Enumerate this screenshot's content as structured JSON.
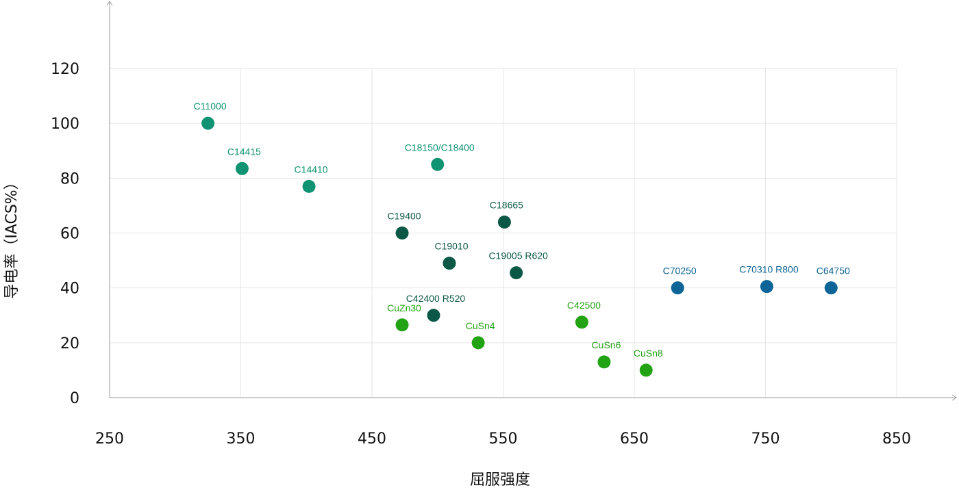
{
  "chart_data": {
    "type": "scatter",
    "xlabel": "屈服强度",
    "ylabel": "导电率（IACS%）",
    "xlim": [
      250,
      850
    ],
    "ylim": [
      0,
      120
    ],
    "x_ticks": [
      250,
      350,
      450,
      550,
      650,
      750,
      850
    ],
    "y_ticks": [
      0,
      20,
      40,
      60,
      80,
      100,
      120
    ],
    "grid": true,
    "colors": {
      "teal": "#0f9373",
      "dark_green": "#0b5847",
      "green": "#22a313",
      "blue": "#0d6496"
    },
    "points": [
      {
        "label": "C11000",
        "x": 325,
        "y": 100,
        "color": "teal"
      },
      {
        "label": "C14415",
        "x": 351,
        "y": 83.5,
        "color": "teal"
      },
      {
        "label": "C14410",
        "x": 402,
        "y": 77,
        "color": "teal"
      },
      {
        "label": "C18150/C18400",
        "x": 500,
        "y": 85,
        "color": "teal"
      },
      {
        "label": "C19400",
        "x": 473,
        "y": 60,
        "color": "dark_green"
      },
      {
        "label": "C18665",
        "x": 551,
        "y": 64,
        "color": "dark_green"
      },
      {
        "label": "C19010",
        "x": 509,
        "y": 49,
        "color": "dark_green"
      },
      {
        "label": "C19005 R620",
        "x": 560,
        "y": 45.5,
        "color": "dark_green"
      },
      {
        "label": "C42400 R520",
        "x": 497,
        "y": 30,
        "color": "dark_green"
      },
      {
        "label": "CuZn30",
        "x": 473,
        "y": 26.5,
        "color": "green"
      },
      {
        "label": "CuSn4",
        "x": 531,
        "y": 20,
        "color": "green"
      },
      {
        "label": "C42500",
        "x": 610,
        "y": 27.5,
        "color": "green"
      },
      {
        "label": "CuSn6",
        "x": 627,
        "y": 13,
        "color": "green"
      },
      {
        "label": "CuSn8",
        "x": 659,
        "y": 10,
        "color": "green"
      },
      {
        "label": "C70250",
        "x": 683,
        "y": 40,
        "color": "blue"
      },
      {
        "label": "C70310 R800",
        "x": 751,
        "y": 40.5,
        "color": "blue"
      },
      {
        "label": "C64750",
        "x": 800,
        "y": 40,
        "color": "blue"
      }
    ]
  }
}
